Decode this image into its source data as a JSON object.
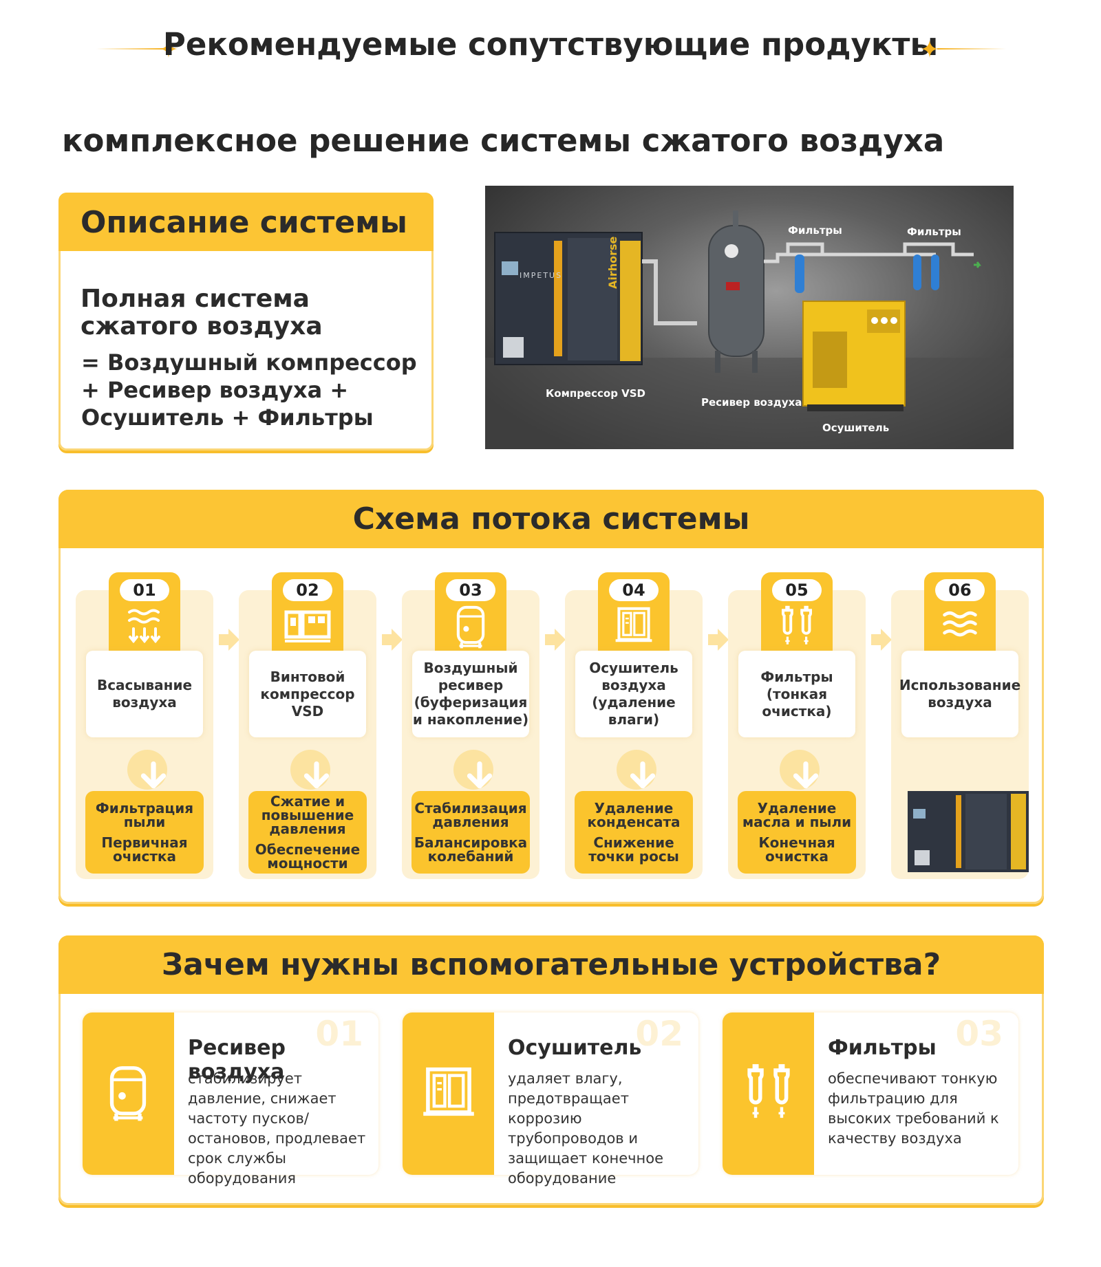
{
  "header": {
    "title": "Рекомендуемые сопутствующие продукты",
    "subtitle": "комплексное решение системы сжатого воздуха"
  },
  "description": {
    "heading": "Описание системы",
    "main": "Полная система сжатого воздуха",
    "formula": "= Воздушный компрессор + Ресивер воздуха + Осушитель + Фильтры"
  },
  "photo": {
    "labels": {
      "compressor": "Компрессор VSD",
      "receiver": "Ресивер воздуха",
      "dryer": "Осушитель",
      "filters_1": "Фильтры",
      "filters_2": "Фильтры"
    },
    "brand": "Airhorse",
    "maker": "IMPETUS"
  },
  "flow": {
    "heading": "Схема потока системы",
    "steps": [
      {
        "num": "01",
        "label": "Всасывание воздуха",
        "res1": "Фильтрация пыли",
        "res2": "Первичная очистка",
        "icon": "air-intake-icon"
      },
      {
        "num": "02",
        "label": "Винтовой компрессор VSD",
        "res1": "Сжатие и повышение давления",
        "res2": "Обеспечение мощности",
        "icon": "compressor-icon"
      },
      {
        "num": "03",
        "label": "Воздушный ресивер (буферизация и накопление)",
        "res1": "Стабилизация давления",
        "res2": "Балансировка колебаний",
        "icon": "receiver-tank-icon"
      },
      {
        "num": "04",
        "label": "Осушитель воздуха (удаление влаги)",
        "res1": "Удаление конденсата",
        "res2": "Снижение точки росы",
        "icon": "dryer-icon"
      },
      {
        "num": "05",
        "label": "Фильтры (тонкая очистка)",
        "res1": "Удаление масла и пыли",
        "res2": "Конечная очистка",
        "icon": "filters-icon"
      },
      {
        "num": "06",
        "label": "Использование воздуха",
        "icon": "air-usage-icon"
      }
    ]
  },
  "why": {
    "heading": "Зачем нужны вспомогательные устройства?",
    "items": [
      {
        "num": "01",
        "title": "Ресивер воздуха",
        "text": "стабилизирует давление, снижает частоту пусков/остановов, продлевает срок службы оборудования",
        "icon": "receiver-tank-icon"
      },
      {
        "num": "02",
        "title": "Осушитель",
        "text": "удаляет влагу, предотвращает коррозию трубопроводов и защищает конечное оборудование",
        "icon": "dryer-icon"
      },
      {
        "num": "03",
        "title": "Фильтры",
        "text": "обеспечивают тонкую фильтрацию для высоких требований к качеству воздуха",
        "icon": "filters-icon"
      }
    ]
  },
  "colors": {
    "accent": "#fcc534",
    "accent_light": "#fdf1d4",
    "text": "#2b2b2b"
  }
}
